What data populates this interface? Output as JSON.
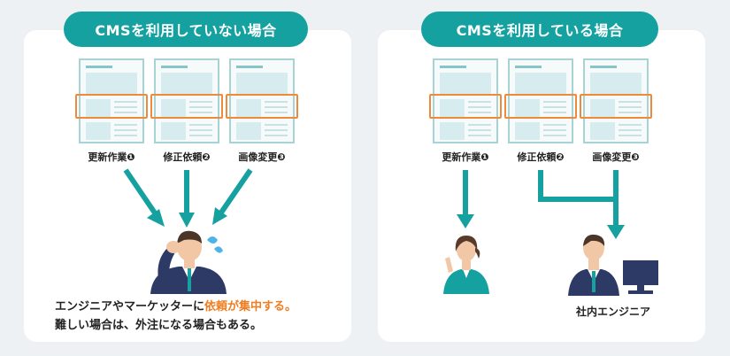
{
  "left": {
    "title": "CMSを利用していない場合",
    "documents": [
      {
        "label": "更新作業❶"
      },
      {
        "label": "修正依頼❷"
      },
      {
        "label": "画像変更❸"
      }
    ],
    "caption_line1_prefix": "エンジニアやマーケッターに",
    "caption_line1_highlight": "依頼が集中する。",
    "caption_line2": "難しい場合は、外注になる場合もある。"
  },
  "right": {
    "title": "CMSを利用している場合",
    "documents": [
      {
        "label": "更新作業❶"
      },
      {
        "label": "修正依頼❷"
      },
      {
        "label": "画像変更❸"
      }
    ],
    "engineer_label": "社内エンジニア"
  },
  "colors": {
    "teal": "#16a1a1",
    "accent_orange": "#ef7d22",
    "highlight_frame": "#ef8a3a",
    "panel": "#ffffff",
    "background": "#eef1f4"
  }
}
